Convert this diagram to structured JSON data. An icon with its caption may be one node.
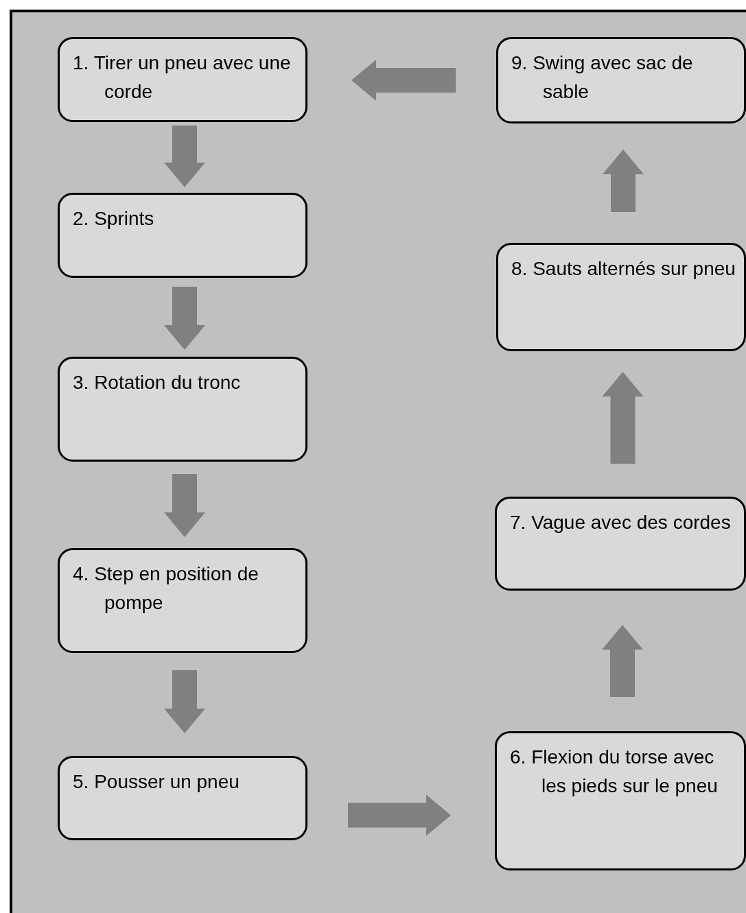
{
  "diagram": {
    "nodes": [
      {
        "text": [
          "1. Tirer un pneu avec une corde"
        ]
      },
      {
        "text": [
          "2. Sprints"
        ]
      },
      {
        "text": [
          "3. Rotation du tronc"
        ]
      },
      {
        "text": [
          "4. Step en position de pompe"
        ]
      },
      {
        "text": [
          "5. Pousser un pneu"
        ]
      },
      {
        "text": [
          "6. Flexion du torse avec les pieds sur le pneu"
        ]
      },
      {
        "text": [
          "7. Vague avec des cordes"
        ]
      },
      {
        "text": [
          "8. Sauts alternés sur pneu"
        ]
      },
      {
        "text": [
          "9. Swing avec sac de sable"
        ]
      }
    ],
    "edges": [
      {
        "from": 0,
        "to": 1,
        "arrow": "to"
      },
      {
        "from": 1,
        "to": 2,
        "arrow": "to"
      },
      {
        "from": 2,
        "to": 3,
        "arrow": "to"
      },
      {
        "from": 3,
        "to": 4,
        "arrow": "to"
      },
      {
        "from": 4,
        "to": 5,
        "arrow": "to"
      },
      {
        "from": 5,
        "to": 6,
        "arrow": "to"
      },
      {
        "from": 6,
        "to": 7,
        "arrow": "to"
      },
      {
        "from": 7,
        "to": 8,
        "arrow": "to"
      },
      {
        "from": 8,
        "to": 0,
        "arrow": "to"
      }
    ]
  }
}
